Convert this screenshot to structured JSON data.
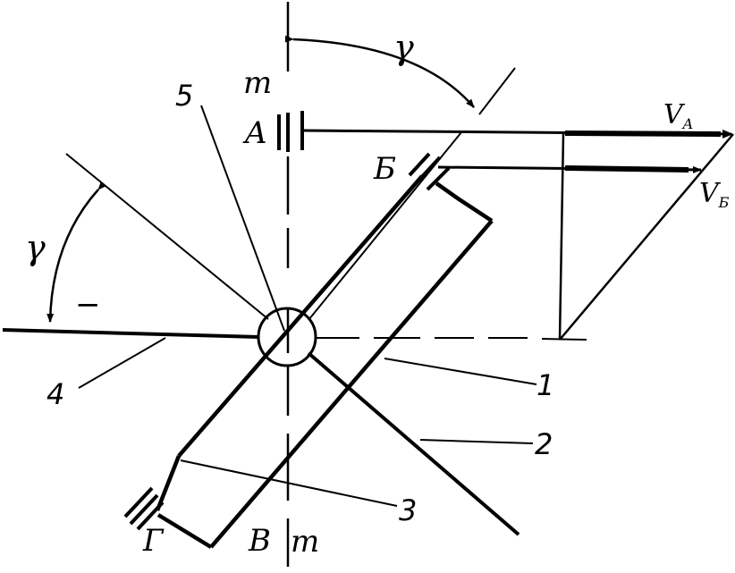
{
  "labels": {
    "m_top": "m",
    "m_bottom": "m",
    "point_A": "A",
    "point_B": "Б",
    "point_V": "В",
    "point_G": "Г",
    "gamma_top": "γ",
    "gamma_left": "γ",
    "V_A_main": "V",
    "V_A_sub": "A",
    "V_B_main": "V",
    "V_B_sub": "Б",
    "minus_sign": "−"
  },
  "callouts": {
    "n1": "1",
    "n2": "2",
    "n3": "3",
    "n4": "4",
    "n5": "5"
  },
  "colors": {
    "ink": "#000000",
    "paper": "#ffffff"
  }
}
